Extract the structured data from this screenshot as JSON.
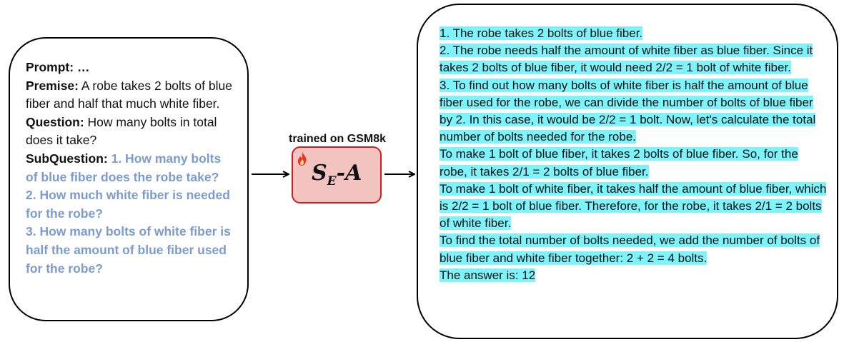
{
  "prompt": {
    "prompt_label": "Prompt: …",
    "premise_label": "Premise:",
    "premise_text": " A robe takes 2 bolts of blue fiber and half that much white fiber.",
    "question_label": "Question:",
    "question_text": " How many bolts in total does it take?",
    "subquestion_label": "SubQuestion:",
    "subquestions": [
      "1. How many bolts of blue fiber does the robe take?",
      "2. How much white fiber is needed for the robe?",
      "3. How many bolts of white fiber is half the amount of blue fiber used for the robe?"
    ]
  },
  "model": {
    "trained_label": "trained on GSM8k",
    "name_main": "S",
    "name_sub": "E",
    "name_suffix": "-A",
    "icon": "flame-icon",
    "border_color": "#d01e1e",
    "fill_color": "#f2c3c0"
  },
  "output": {
    "highlight_color": "#7df4fb",
    "lines": [
      "1. The robe takes 2 bolts of blue fiber.",
      "2. The robe needs half the amount of white fiber as blue fiber. Since it takes 2 bolts of blue fiber, it would need 2/2 = 1 bolt of white fiber.",
      "3. To find out how many bolts of white fiber is half the amount of blue fiber used for the robe, we can divide the number of bolts of blue fiber by 2. In this case, it would be 2/2 = 1 bolt. Now, let's calculate the total number of bolts needed for the robe.",
      "To make 1 bolt of blue fiber, it takes 2 bolts of blue fiber. So, for the robe, it takes 2/1 = 2 bolts of blue fiber.",
      "To make 1 bolt of white fiber, it takes half the amount of blue fiber, which is 2/2 = 1 bolt of blue fiber. Therefore, for the robe, it takes 2/1 = 2 bolts of white fiber.",
      "To find the total number of bolts needed, we add the number of bolts of blue fiber and white fiber together: 2 + 2 = 4 bolts.",
      "The answer is: 12"
    ]
  }
}
